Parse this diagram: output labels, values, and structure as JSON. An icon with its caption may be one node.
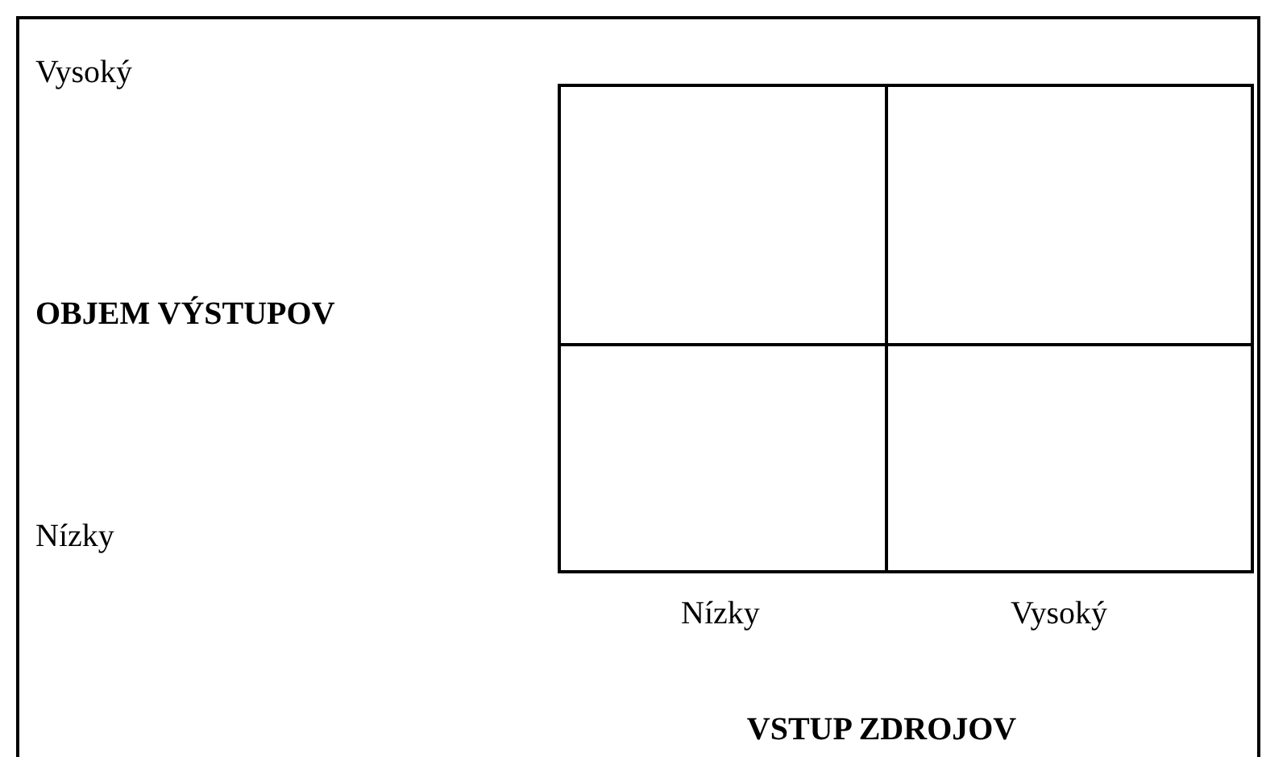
{
  "diagram": {
    "nodes": [
      {
        "text": [],
        "shape": "box"
      },
      {
        "text": [],
        "shape": "box"
      },
      {
        "text": [],
        "shape": "box"
      },
      {
        "text": [],
        "shape": "box"
      }
    ],
    "labels": [
      "Vysoký",
      "OBJEM VÝSTUPOV",
      "Nízky",
      "Nízky",
      "Vysoký",
      "VSTUP ZDROJOV"
    ]
  }
}
